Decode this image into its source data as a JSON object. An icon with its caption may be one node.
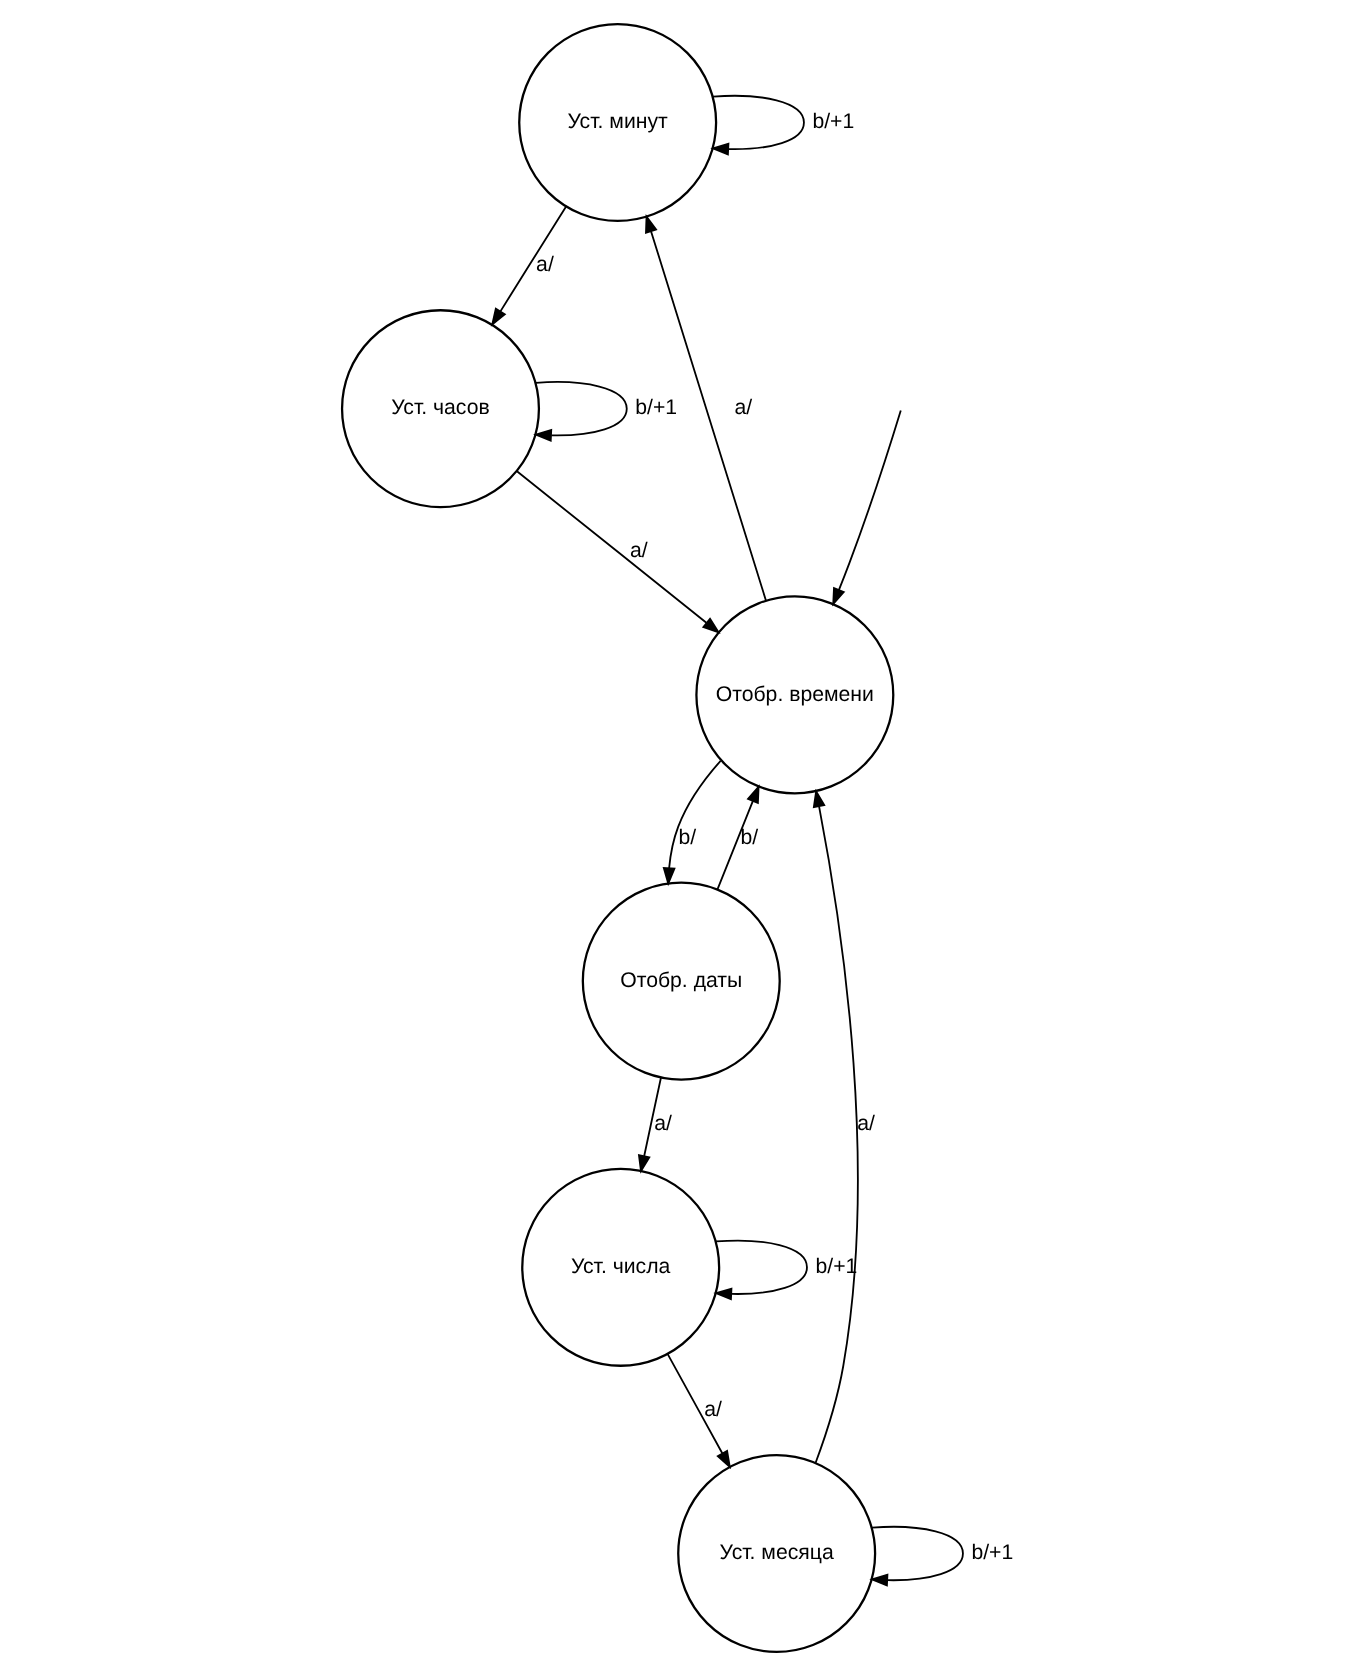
{
  "diagram": {
    "nodes": [
      {
        "text": [
          "Уст. минут"
        ]
      },
      {
        "text": [
          "Уст. часов"
        ]
      },
      {
        "text": [
          "Отобр. времени"
        ]
      },
      {
        "text": [
          "Отобр. даты"
        ]
      },
      {
        "text": [
          "Уст. числа"
        ]
      },
      {
        "text": [
          "Уст. месяца"
        ]
      }
    ],
    "edges": [
      {
        "from": 0,
        "to": 0,
        "arrow": "to",
        "label": "b/+1"
      },
      {
        "from": 1,
        "to": 1,
        "arrow": "to",
        "label": "b/+1"
      },
      {
        "from": 0,
        "to": 1,
        "arrow": "to",
        "label": "a/"
      },
      {
        "from": null,
        "to": 2,
        "arrow": "to"
      },
      {
        "from": 1,
        "to": 2,
        "arrow": "to",
        "label": "a/"
      },
      {
        "from": 2,
        "to": 0,
        "arrow": "to",
        "label": "a/"
      },
      {
        "from": 2,
        "to": 3,
        "arrow": "to",
        "label": "b/"
      },
      {
        "from": 3,
        "to": 2,
        "arrow": "to",
        "label": "b/"
      },
      {
        "from": 3,
        "to": 4,
        "arrow": "to",
        "label": "a/"
      },
      {
        "from": 4,
        "to": 5,
        "arrow": "to",
        "label": "a/"
      },
      {
        "from": 5,
        "to": 2,
        "arrow": "to",
        "label": "a/"
      },
      {
        "from": 5,
        "to": 5,
        "arrow": "to",
        "label": "b/+1"
      },
      {
        "from": 4,
        "to": 4,
        "arrow": "to",
        "label": "b/+1"
      }
    ]
  }
}
